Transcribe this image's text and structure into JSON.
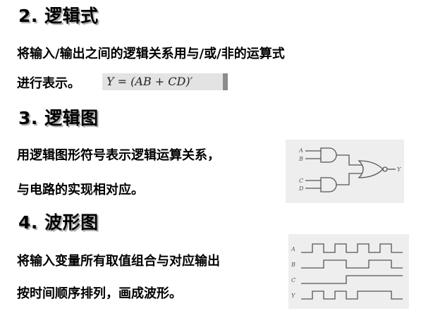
{
  "sections": [
    {
      "heading": "2. 逻辑式",
      "lines": [
        "将输入/输出之间的逻辑关系用与/或/非的运算式",
        "进行表示。"
      ],
      "formula": "Y = (AB + CD)′"
    },
    {
      "heading": "3. 逻辑图",
      "lines": [
        "用逻辑图形符号表示逻辑运算关系，",
        "与电路的实现相对应。"
      ],
      "diagram_labels": {
        "a": "A",
        "b": "B",
        "c": "C",
        "d": "D",
        "y": "Y"
      }
    },
    {
      "heading": "4. 波形图",
      "lines": [
        "将输入变量所有取值组合与对应输出",
        "按时间顺序排列，画成波形。"
      ],
      "wave_labels": [
        "A",
        "B",
        "C",
        "Y"
      ]
    }
  ],
  "colors": {
    "text": "#000000",
    "heading_shadow": "#a8a8a8",
    "diagram_bg": "#eeeeee",
    "formula_bg": "#e3e3e3",
    "formula_bar": "#8c8c8c",
    "diagram_stroke": "#555555"
  }
}
